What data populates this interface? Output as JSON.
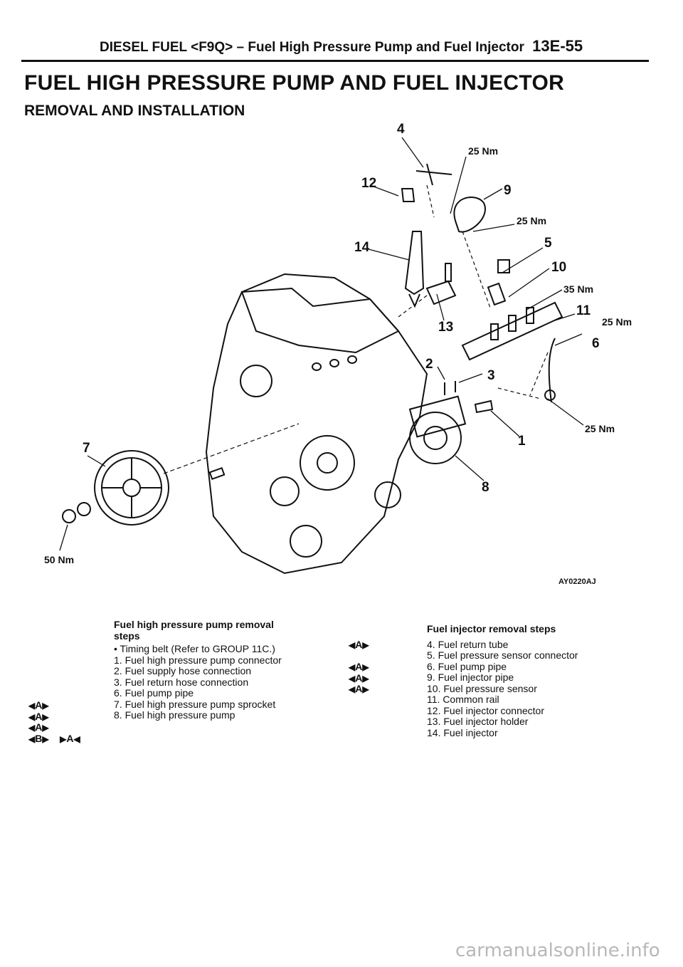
{
  "header": {
    "text": "DIESEL FUEL <F9Q> – Fuel High Pressure Pump and Fuel Injector",
    "section": "13E-55"
  },
  "title": "FUEL HIGH PRESSURE PUMP AND FUEL INJECTOR",
  "subtitle": "REMOVAL AND INSTALLATION",
  "diagram": {
    "part_labels": [
      "1",
      "2",
      "3",
      "4",
      "5",
      "6",
      "7",
      "8",
      "9",
      "10",
      "11",
      "12",
      "13",
      "14"
    ],
    "torque_labels": [
      "25 Nm",
      "25 Nm",
      "35 Nm",
      "25 Nm",
      "25 Nm",
      "50 Nm"
    ],
    "figure_code": "AY0220AJ"
  },
  "pump_steps": {
    "heading_line1": "Fuel high pressure pump removal",
    "heading_line2": "steps",
    "items": [
      "• Timing belt (Refer to GROUP 11C.)",
      "1. Fuel high pressure pump connector",
      "2. Fuel supply hose connection",
      "3. Fuel return hose connection",
      "6. Fuel pump pipe",
      "7. Fuel high pressure pump sprocket",
      "8. Fuel high pressure pump"
    ],
    "marks": [
      "",
      "",
      "A",
      "A",
      "A",
      "B",
      ""
    ],
    "install_marks": [
      "",
      "",
      "",
      "",
      "",
      "A",
      ""
    ]
  },
  "injector_steps": {
    "heading": "Fuel injector removal steps",
    "items": [
      "4. Fuel return tube",
      "5. Fuel pressure sensor connector",
      "6. Fuel pump pipe",
      "9. Fuel injector pipe",
      "10. Fuel pressure sensor",
      "11. Common rail",
      "12. Fuel injector connector",
      "13. Fuel injector holder",
      "14. Fuel injector"
    ],
    "marks": [
      "A",
      "",
      "A",
      "A",
      "A",
      "",
      "",
      "",
      ""
    ]
  },
  "footer": {
    "watermark": "carmanualsonline.info"
  }
}
